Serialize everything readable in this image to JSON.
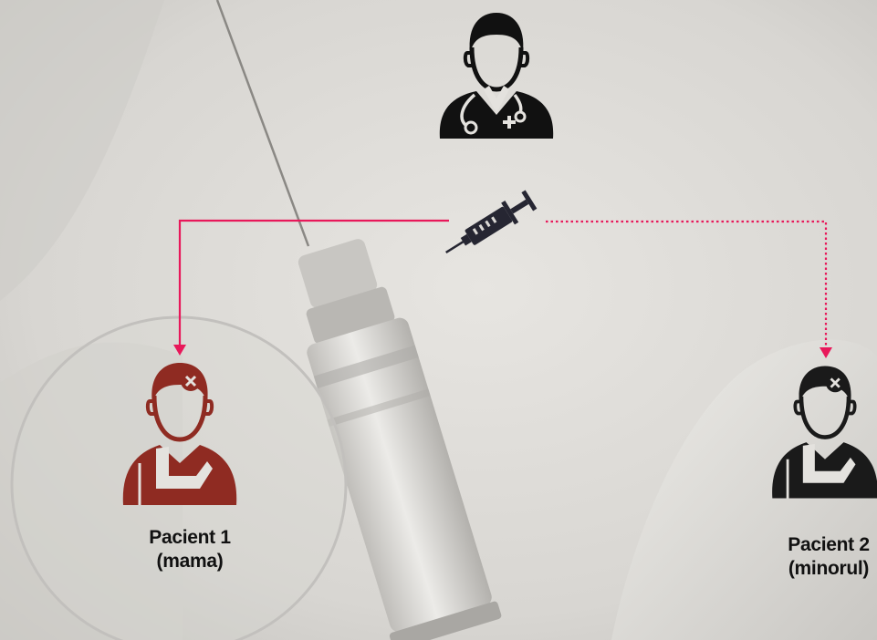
{
  "colors": {
    "arrow": "#e8185a",
    "patient_1": "#8f2b22",
    "patient_2": "#1a1a1a",
    "doctor": "#111111",
    "syringe": "#262632",
    "circle_outline": "#c2c0bd"
  },
  "icons": {
    "doctor": "doctor-icon",
    "syringe": "syringe-icon",
    "patient_1": "injured-patient-icon",
    "patient_2": "injured-patient-icon"
  },
  "patient_1": {
    "line1": "Pacient 1",
    "line2": "(mama)"
  },
  "patient_2": {
    "line1": "Pacient 2",
    "line2": "(minorul)"
  }
}
